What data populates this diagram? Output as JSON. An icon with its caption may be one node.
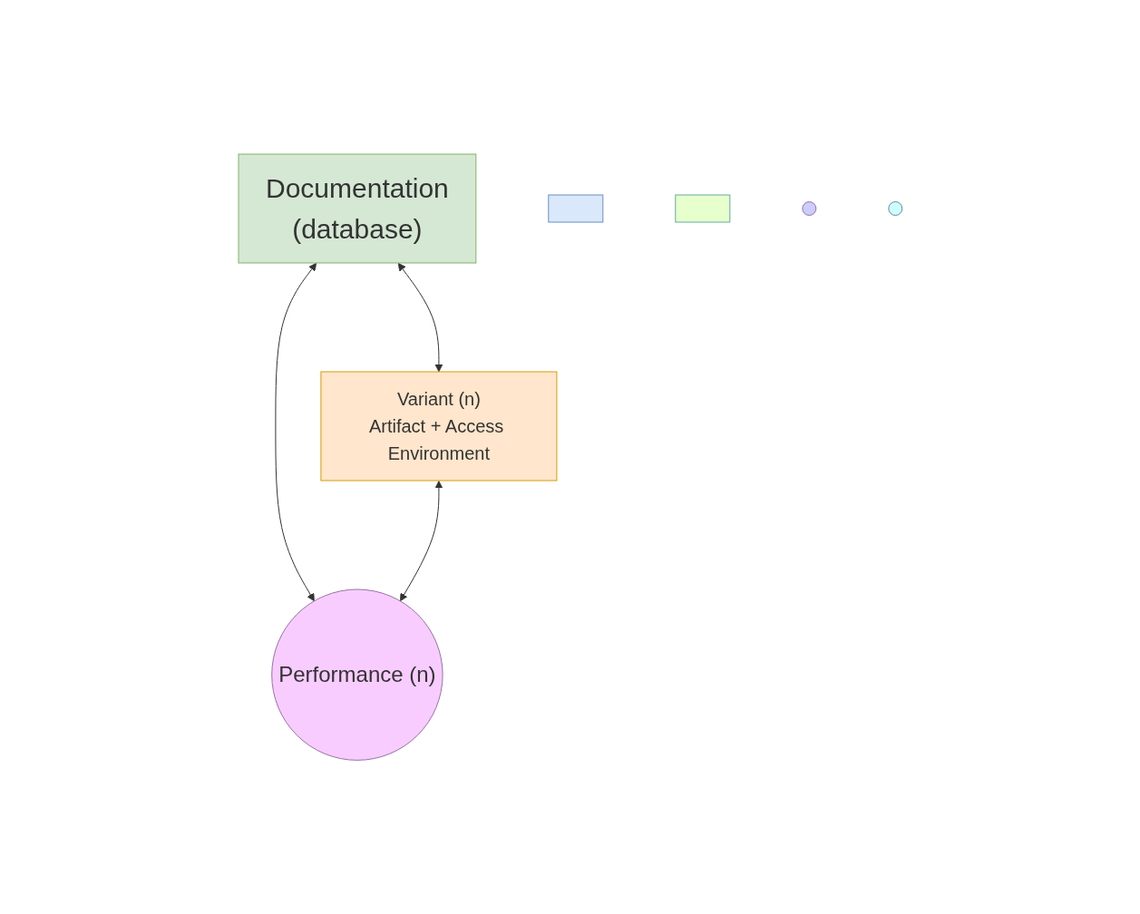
{
  "diagram": {
    "nodes": [
      {
        "text": [
          "Documentation",
          "(database)"
        ]
      },
      {
        "text": [],
        "shape": "box"
      },
      {
        "text": [],
        "shape": "box"
      },
      {
        "text": [
          "Variant (n)",
          "Artifact + Access Environment"
        ]
      },
      {
        "text": [],
        "shape": "circle"
      },
      {
        "text": [],
        "shape": "circle"
      },
      {
        "text": [
          "Performance (n)"
        ]
      }
    ],
    "edges": [
      {
        "from": 0,
        "to": 3,
        "arrow": "both"
      },
      {
        "from": 0,
        "to": 6,
        "arrow": "both"
      },
      {
        "from": 3,
        "to": 6,
        "arrow": "both"
      }
    ]
  }
}
